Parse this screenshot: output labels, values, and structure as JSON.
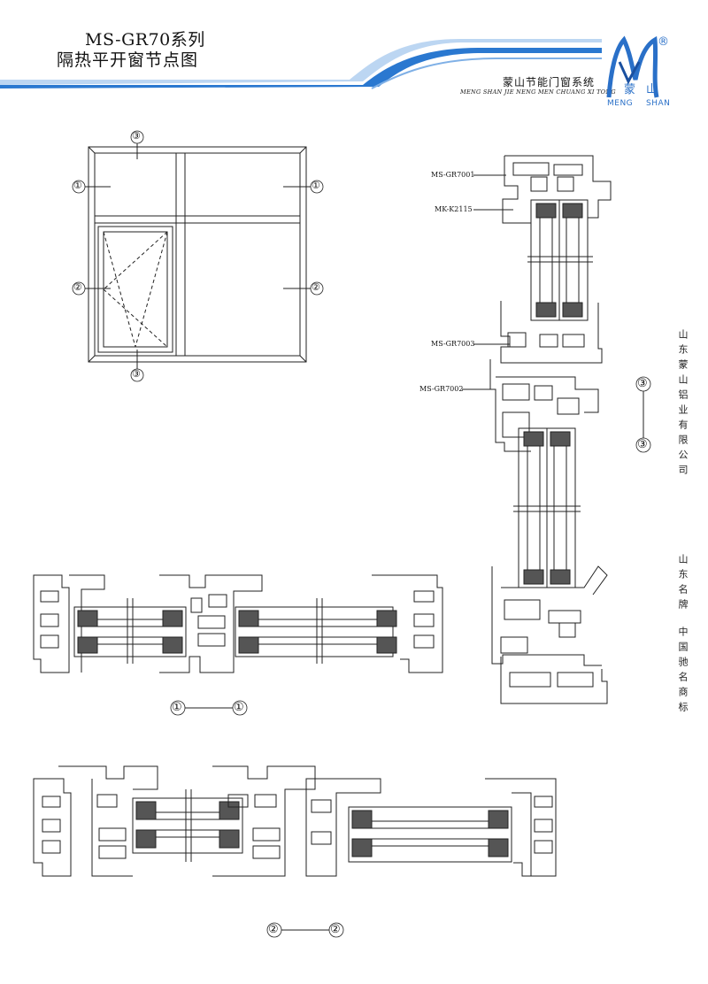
{
  "header": {
    "title_line1": "MS-GR70系列",
    "title_line2": "隔热平开窗节点图",
    "brand_cn": "蒙山节能门窗系统",
    "brand_en": "MENG SHAN JIE NENG MEN CHUANG XI TONG",
    "logo_char1": "蒙",
    "logo_char2": "山",
    "logo_word1": "MENG",
    "logo_word2": "SHAN",
    "registered": "®"
  },
  "side_text": {
    "company": "山东蒙山铝业有限公司",
    "award1": "山东名牌",
    "award2": "中国驰名商标"
  },
  "elevation": {
    "markers": {
      "top": "③",
      "left_upper": "①",
      "right_upper": "①",
      "left_mid": "②",
      "right_mid": "②",
      "bottom": "③"
    }
  },
  "vertical_section": {
    "labels": [
      "MS-GR7001",
      "MK-K2115",
      "MS-GR7003",
      "MS-GR7002"
    ],
    "marker_top": "③",
    "marker_bottom": "③"
  },
  "section_1": {
    "marker_left": "①",
    "marker_right": "①"
  },
  "section_2": {
    "marker_left": "②",
    "marker_right": "②"
  },
  "colors": {
    "accent": "#2a78d0",
    "line": "#222222"
  }
}
